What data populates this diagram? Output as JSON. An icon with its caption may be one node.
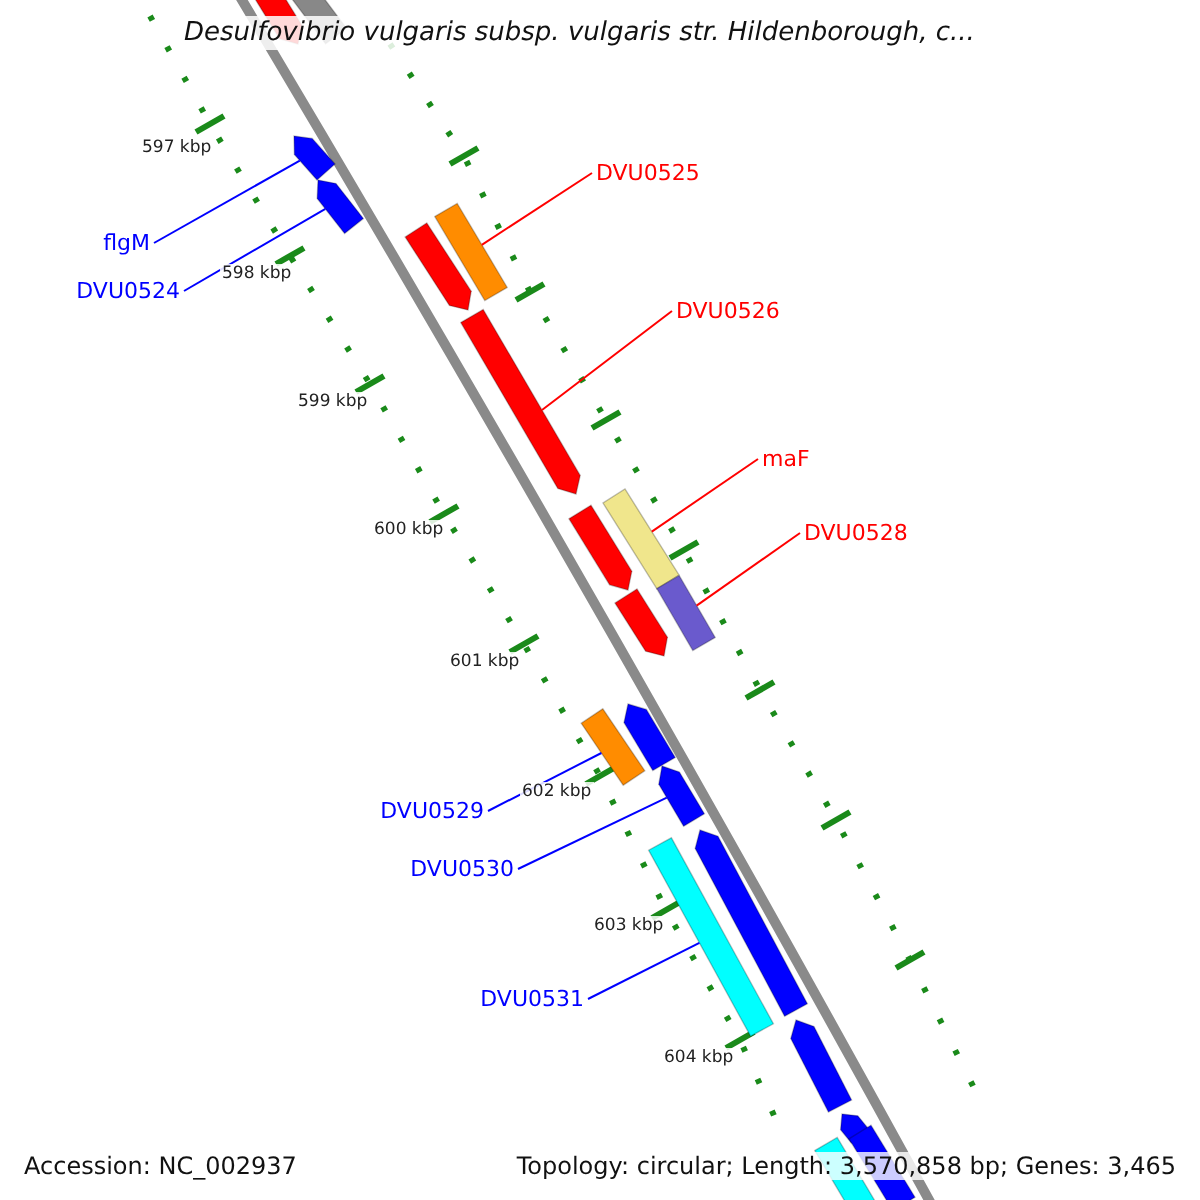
{
  "diagram": {
    "title": "Desulfovibrio vulgaris subsp. vulgaris str. Hildenborough, c...",
    "nodes": [
      {
        "text": [
          "flgM"
        ]
      },
      {
        "text": [
          "DVU0524"
        ]
      },
      {
        "text": [
          "DVU0525"
        ]
      },
      {
        "text": [
          "DVU0526"
        ]
      },
      {
        "text": [
          "maF"
        ]
      },
      {
        "text": [
          "DVU0528"
        ]
      },
      {
        "text": [
          "DVU0529"
        ]
      },
      {
        "text": [
          "DVU0530"
        ]
      },
      {
        "text": [
          "DVU0531"
        ]
      },
      {
        "text": [],
        "shape": "arrow"
      },
      {
        "text": [],
        "shape": "box"
      },
      {
        "text": [],
        "shape": "arrow"
      },
      {
        "text": [],
        "shape": "arrow"
      },
      {
        "text": [],
        "shape": "box"
      },
      {
        "text": [],
        "shape": "arrow"
      },
      {
        "text": [],
        "shape": "arrow"
      },
      {
        "text": [],
        "shape": "box"
      },
      {
        "text": [],
        "shape": "arrow"
      },
      {
        "text": [],
        "shape": "box"
      },
      {
        "text": [],
        "shape": "arrow"
      },
      {
        "text": [],
        "shape": "arrow"
      },
      {
        "text": [],
        "shape": "box"
      },
      {
        "text": [],
        "shape": "arrow"
      },
      {
        "text": [],
        "shape": "arrow"
      },
      {
        "text": [],
        "shape": "box"
      },
      {
        "text": [],
        "shape": "arrow"
      },
      {
        "text": [],
        "shape": "arrow"
      },
      {
        "text": [],
        "shape": "box"
      },
      {
        "text": [],
        "shape": "box"
      }
    ],
    "edges": [
      {
        "from": 0,
        "to": 11,
        "arrow": "none"
      },
      {
        "from": 1,
        "to": 12,
        "arrow": "none"
      },
      {
        "from": 2,
        "to": 13,
        "arrow": "none",
        "color": "#ff0000"
      },
      {
        "from": 3,
        "to": 15,
        "arrow": "none",
        "color": "#ff0000"
      },
      {
        "from": 4,
        "to": 16,
        "arrow": "none",
        "color": "#ff0000"
      },
      {
        "from": 5,
        "to": 18,
        "arrow": "none",
        "color": "#ff0000"
      },
      {
        "from": 6,
        "to": 21,
        "arrow": "none"
      },
      {
        "from": 7,
        "to": 22,
        "arrow": "none"
      },
      {
        "from": 8,
        "to": 24,
        "arrow": "none"
      }
    ],
    "labels": [
      "597 kbp",
      "598 kbp",
      "599 kbp",
      "600 kbp",
      "601 kbp",
      "602 kbp",
      "603 kbp",
      "604 kbp",
      "Accession: NC_002937",
      "Topology: circular; Length: 3,570,858 bp; Genes: 3,465"
    ]
  }
}
